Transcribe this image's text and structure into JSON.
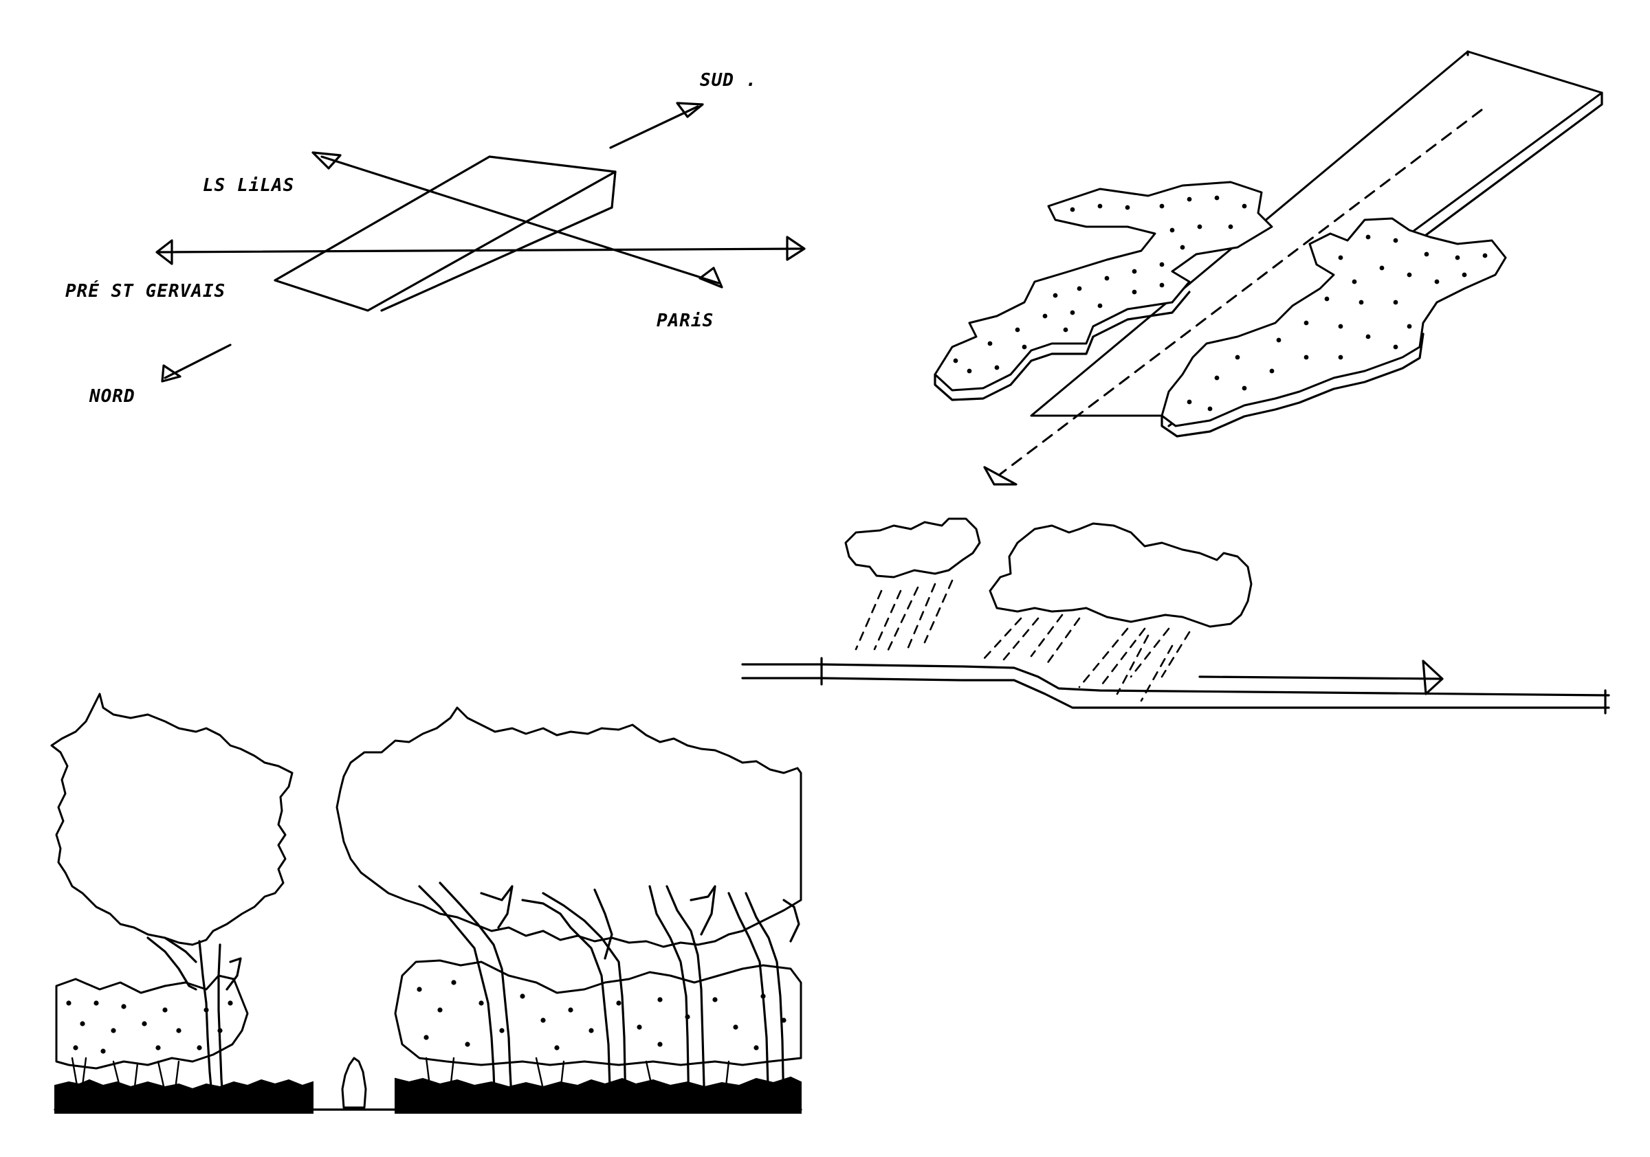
{
  "orientation_sketch": {
    "labels": {
      "sud": "SUD .",
      "les_lilas": "LS LiLAS",
      "pre_st_gervais": "PRÉ ST GERVAIS",
      "paris": "PARiS",
      "nord": "NORD"
    }
  },
  "colors": {
    "ink": "#000000",
    "paper": "#ffffff"
  }
}
